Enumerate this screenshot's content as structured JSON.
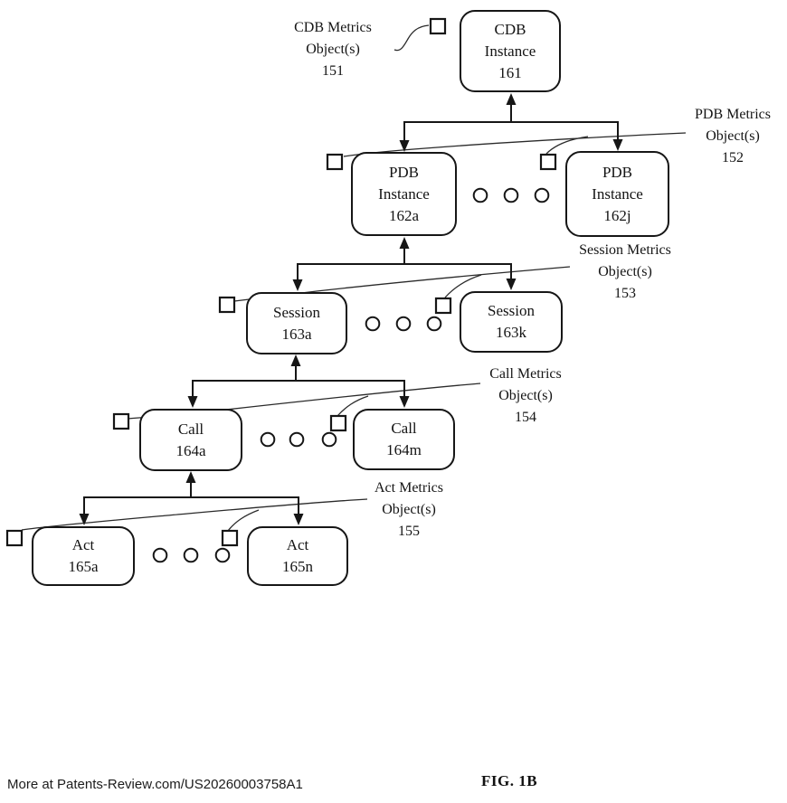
{
  "colors": {
    "ink": "#161616",
    "background": "#ffffff"
  },
  "nodes": {
    "cdb": {
      "line1": "CDB",
      "line2": "Instance",
      "ref": "161"
    },
    "pdb_a": {
      "line1": "PDB",
      "line2": "Instance",
      "ref": "162a"
    },
    "pdb_j": {
      "line1": "PDB",
      "line2": "Instance",
      "ref": "162j"
    },
    "session_a": {
      "line1": "Session",
      "ref": "163a"
    },
    "session_k": {
      "line1": "Session",
      "ref": "163k"
    },
    "call_a": {
      "line1": "Call",
      "ref": "164a"
    },
    "call_m": {
      "line1": "Call",
      "ref": "164m"
    },
    "act_a": {
      "line1": "Act",
      "ref": "165a"
    },
    "act_n": {
      "line1": "Act",
      "ref": "165n"
    }
  },
  "metrics_labels": {
    "cdb": {
      "line1": "CDB Metrics",
      "line2": "Object(s)",
      "ref": "151"
    },
    "pdb": {
      "line1": "PDB Metrics",
      "line2": "Object(s)",
      "ref": "152"
    },
    "session": {
      "line1": "Session Metrics",
      "line2": "Object(s)",
      "ref": "153"
    },
    "call": {
      "line1": "Call Metrics",
      "line2": "Object(s)",
      "ref": "154"
    },
    "act": {
      "line1": "Act Metrics",
      "line2": "Object(s)",
      "ref": "155"
    }
  },
  "caption": "FIG. 1B",
  "footer": "More at Patents-Review.com/US20260003758A1"
}
